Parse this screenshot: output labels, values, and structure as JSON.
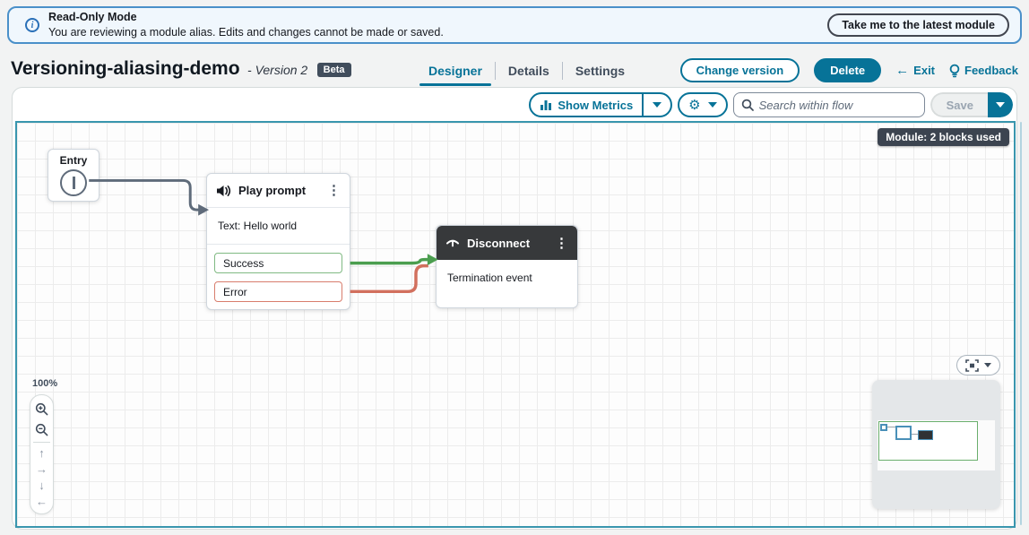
{
  "banner": {
    "title": "Read-Only Mode",
    "message": "You are reviewing a module alias. Edits and changes cannot be made or saved.",
    "action_label": "Take me to the latest module"
  },
  "header": {
    "title": "Versioning-aliasing-demo",
    "version": "- Version 2",
    "beta_badge": "Beta",
    "tabs": [
      {
        "label": "Designer",
        "active": true
      },
      {
        "label": "Details",
        "active": false
      },
      {
        "label": "Settings",
        "active": false
      }
    ],
    "actions": {
      "change_version": "Change version",
      "delete": "Delete",
      "exit": "Exit",
      "feedback": "Feedback"
    }
  },
  "toolbar": {
    "show_metrics": "Show Metrics",
    "search_placeholder": "Search within flow",
    "save": "Save"
  },
  "canvas": {
    "module_badge": "Module: 2 blocks used",
    "zoom_level": "100%",
    "blocks": {
      "entry": {
        "label": "Entry"
      },
      "play_prompt": {
        "title": "Play prompt",
        "body": "Text: Hello world",
        "outputs": [
          "Success",
          "Error"
        ]
      },
      "disconnect": {
        "title": "Disconnect",
        "body": "Termination event"
      }
    },
    "connections": [
      {
        "from": "Entry",
        "to": "Play prompt",
        "color": "#5f6b7a"
      },
      {
        "from": "Play prompt:Success",
        "to": "Disconnect",
        "color": "#4b9e4f"
      },
      {
        "from": "Play prompt:Error",
        "to": "Disconnect",
        "color": "#d2705e"
      }
    ]
  },
  "colors": {
    "accent_teal": "#077398",
    "banner_border": "#4a90c9",
    "banner_bg": "#f0f7fd",
    "canvas_border": "#3996ae",
    "success_green": "#4b9e4f",
    "error_red": "#d2705e",
    "connector_slate": "#5f6b7a",
    "dark_header": "#37393b",
    "badge_dark": "#3c4450"
  }
}
